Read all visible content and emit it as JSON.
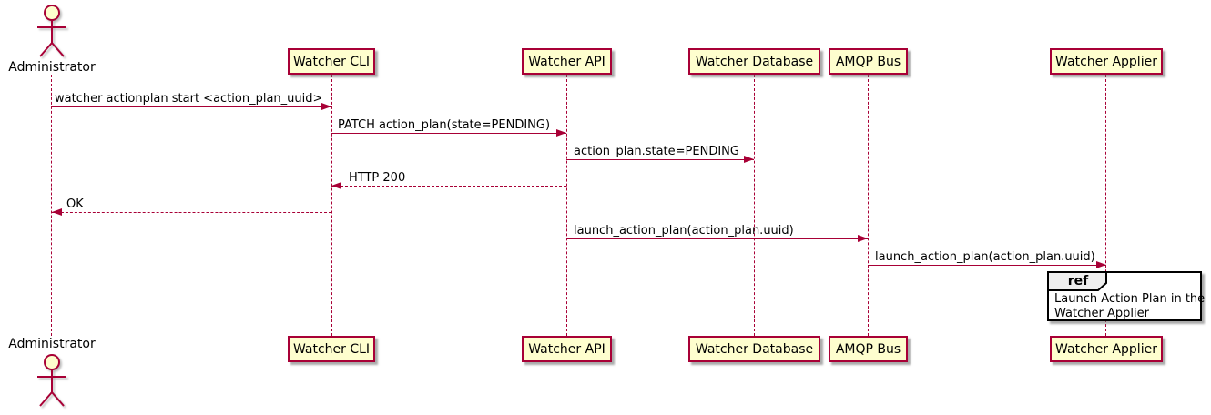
{
  "diagram": {
    "type": "uml-sequence-diagram",
    "actor": {
      "label": "Administrator"
    },
    "participants": [
      {
        "label": "Watcher CLI"
      },
      {
        "label": "Watcher API"
      },
      {
        "label": "Watcher Database"
      },
      {
        "label": "AMQP Bus"
      },
      {
        "label": "Watcher Applier"
      }
    ],
    "messages": [
      {
        "from": "Administrator",
        "to": "Watcher CLI",
        "label": "watcher actionplan start <action_plan_uuid>",
        "style": "solid",
        "direction": "right"
      },
      {
        "from": "Watcher CLI",
        "to": "Watcher API",
        "label": "PATCH action_plan(state=PENDING)",
        "style": "solid",
        "direction": "right"
      },
      {
        "from": "Watcher API",
        "to": "Watcher Database",
        "label": "action_plan.state=PENDING",
        "style": "solid",
        "direction": "right"
      },
      {
        "from": "Watcher API",
        "to": "Watcher CLI",
        "label": "HTTP 200",
        "style": "dashed",
        "direction": "left"
      },
      {
        "from": "Watcher CLI",
        "to": "Administrator",
        "label": "OK",
        "style": "dashed",
        "direction": "left"
      },
      {
        "from": "Watcher API",
        "to": "AMQP Bus",
        "label": "launch_action_plan(action_plan.uuid)",
        "style": "solid",
        "direction": "right"
      },
      {
        "from": "AMQP Bus",
        "to": "Watcher Applier",
        "label": "launch_action_plan(action_plan.uuid)",
        "style": "solid",
        "direction": "right"
      }
    ],
    "ref_fragment": {
      "keyword": "ref",
      "line1": "Launch Action Plan in the",
      "line2": "Watcher Applier",
      "over": "Watcher Applier"
    },
    "colors": {
      "participant_fill": "#FEFECE",
      "stroke": "#A80036",
      "ref_border": "#000000",
      "ref_tab_fill": "#EEEEEE",
      "text": "#000000",
      "background": "#FFFFFF"
    }
  }
}
